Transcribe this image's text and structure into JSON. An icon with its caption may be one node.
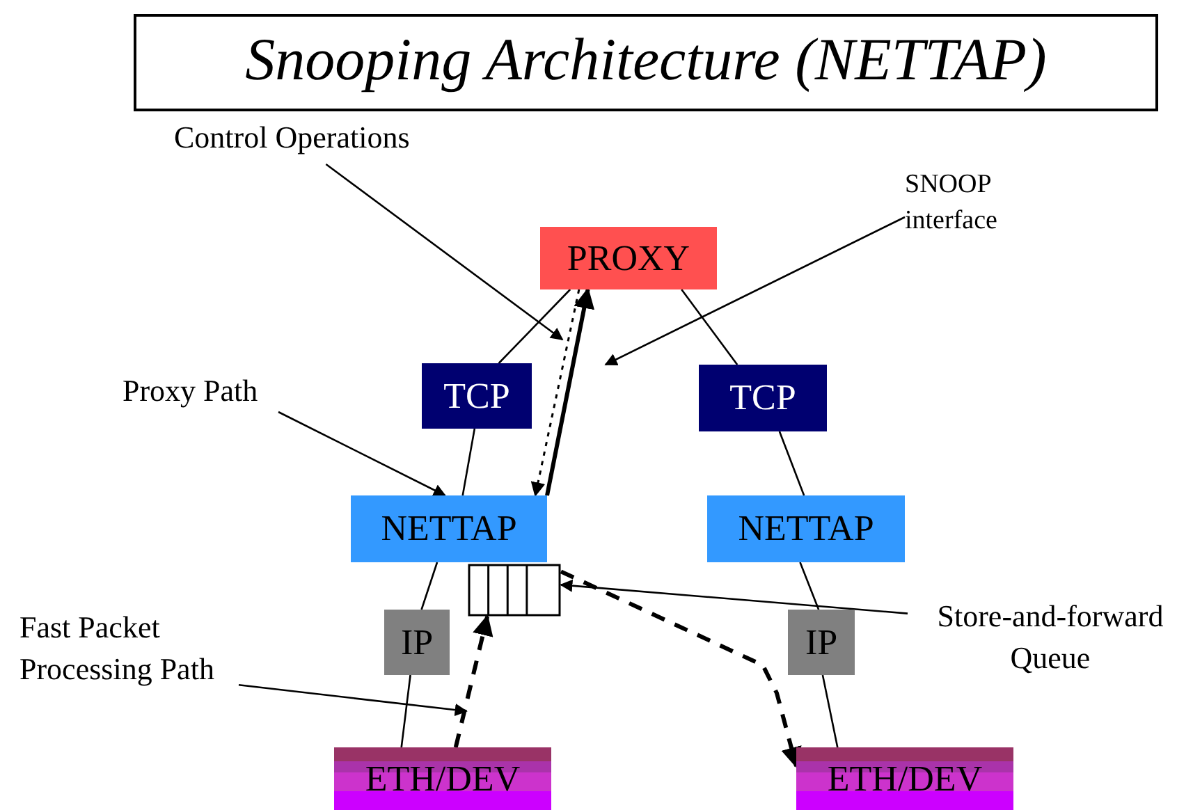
{
  "diagram": {
    "title": "Snooping Architecture (NETTAP)",
    "nodes": [
      {
        "text": [
          "PROXY"
        ]
      },
      {
        "text": [
          "TCP"
        ]
      },
      {
        "text": [
          "TCP"
        ]
      },
      {
        "text": [
          "NETTAP"
        ]
      },
      {
        "text": [
          "NETTAP"
        ]
      },
      {
        "text": [],
        "shape": "box"
      },
      {
        "text": [
          "IP"
        ]
      },
      {
        "text": [
          "IP"
        ]
      },
      {
        "text": [
          "ETH/DEV"
        ]
      },
      {
        "text": [
          "ETH/DEV"
        ]
      },
      {
        "text": [
          "Control Operations"
        ]
      },
      {
        "text": [
          "SNOOP interface"
        ]
      },
      {
        "text": [
          "Proxy Path"
        ]
      },
      {
        "text": [
          "Fast Packet Processing Path"
        ]
      },
      {
        "text": [
          "Store-and-forward Queue"
        ]
      }
    ],
    "edges": [
      {
        "from": 0,
        "to": 1,
        "arrow": "none"
      },
      {
        "from": 1,
        "to": 3,
        "arrow": "none"
      },
      {
        "from": 3,
        "to": 6,
        "arrow": "none"
      },
      {
        "from": 6,
        "to": 8,
        "arrow": "none"
      },
      {
        "from": 0,
        "to": 2,
        "arrow": "none"
      },
      {
        "from": 2,
        "to": 4,
        "arrow": "none"
      },
      {
        "from": 4,
        "to": 7,
        "arrow": "none"
      },
      {
        "from": 7,
        "to": 9,
        "arrow": "none"
      },
      {
        "from": 0,
        "to": 3,
        "arrow": "to",
        "style": "dashed"
      },
      {
        "from": 3,
        "to": 0,
        "arrow": "to",
        "style": "thick"
      },
      {
        "from": 8,
        "to": 5,
        "arrow": "to",
        "style": "dashed"
      },
      {
        "from": 5,
        "to": 9,
        "arrow": "to",
        "style": "dashed"
      },
      {
        "from": 10,
        "to": null,
        "arrow": "to"
      },
      {
        "from": 11,
        "to": null,
        "arrow": "to"
      },
      {
        "from": 12,
        "to": 3,
        "arrow": "to"
      },
      {
        "from": 13,
        "to": null,
        "arrow": "to"
      },
      {
        "from": 14,
        "to": 5,
        "arrow": "to"
      }
    ]
  }
}
